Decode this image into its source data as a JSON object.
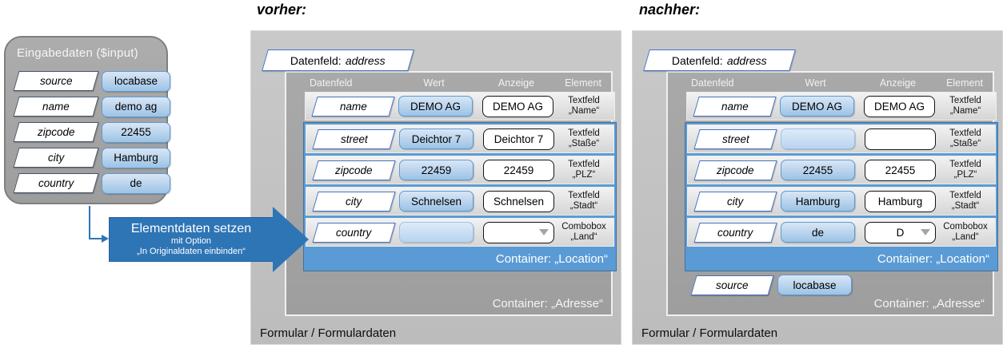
{
  "left_box": {
    "title": "Eingabedaten ($input)",
    "rows": [
      {
        "field": "source",
        "value": "locabase"
      },
      {
        "field": "name",
        "value": "demo ag"
      },
      {
        "field": "zipcode",
        "value": "22455"
      },
      {
        "field": "city",
        "value": "Hamburg"
      },
      {
        "field": "country",
        "value": "de"
      }
    ]
  },
  "arrow": {
    "title": "Elementdaten setzen",
    "sub1": "mit Option",
    "sub2": "„In Originaldaten einbinden“"
  },
  "colors": {
    "accent_blue": "#2e75b6",
    "container_blue": "#5b9bd5",
    "outer_panel_gray": "#c2c2c2",
    "inner_panel_gray": "#a4a4a4"
  },
  "panels": {
    "vorher": {
      "title": "vorher:",
      "tab_label": "Datenfeld:",
      "tab_value": "address",
      "headers": {
        "datenfeld": "Datenfeld",
        "wert": "Wert",
        "anzeige": "Anzeige",
        "element": "Element"
      },
      "name_row": {
        "field": "name",
        "wert": "DEMO AG",
        "anzeige": "DEMO AG",
        "el1": "Textfeld",
        "el2": "„Name“"
      },
      "location_rows": [
        {
          "field": "street",
          "wert": "Deichtor 7",
          "anzeige": "Deichtor 7",
          "el1": "Textfeld",
          "el2": "„Staße“"
        },
        {
          "field": "zipcode",
          "wert": "22459",
          "anzeige": "22459",
          "el1": "Textfeld",
          "el2": "„PLZ“"
        },
        {
          "field": "city",
          "wert": "Schnelsen",
          "anzeige": "Schnelsen",
          "el1": "Textfeld",
          "el2": "„Stadt“"
        },
        {
          "field": "country",
          "wert": "",
          "anzeige": "",
          "el1": "Combobox",
          "el2": "„Land“"
        }
      ],
      "location_label": "Container: „Location“",
      "adresse_label": "Container: „Adresse“",
      "footer": "Formular / Formulardaten"
    },
    "nachher": {
      "title": "nachher:",
      "tab_label": "Datenfeld:",
      "tab_value": "address",
      "headers": {
        "datenfeld": "Datenfeld",
        "wert": "Wert",
        "anzeige": "Anzeige",
        "element": "Element"
      },
      "name_row": {
        "field": "name",
        "wert": "DEMO AG",
        "anzeige": "DEMO AG",
        "el1": "Textfeld",
        "el2": "„Name“"
      },
      "location_rows": [
        {
          "field": "street",
          "wert": "",
          "anzeige": "",
          "el1": "Textfeld",
          "el2": "„Staße“"
        },
        {
          "field": "zipcode",
          "wert": "22455",
          "anzeige": "22455",
          "el1": "Textfeld",
          "el2": "„PLZ“"
        },
        {
          "field": "city",
          "wert": "Hamburg",
          "anzeige": "Hamburg",
          "el1": "Textfeld",
          "el2": "„Stadt“"
        },
        {
          "field": "country",
          "wert": "de",
          "anzeige": "D",
          "el1": "Combobox",
          "el2": "„Land“"
        }
      ],
      "location_label": "Container: „Location“",
      "source_row": {
        "field": "source",
        "value": "locabase"
      },
      "adresse_label": "Container: „Adresse“",
      "footer": "Formular / Formulardaten"
    }
  }
}
